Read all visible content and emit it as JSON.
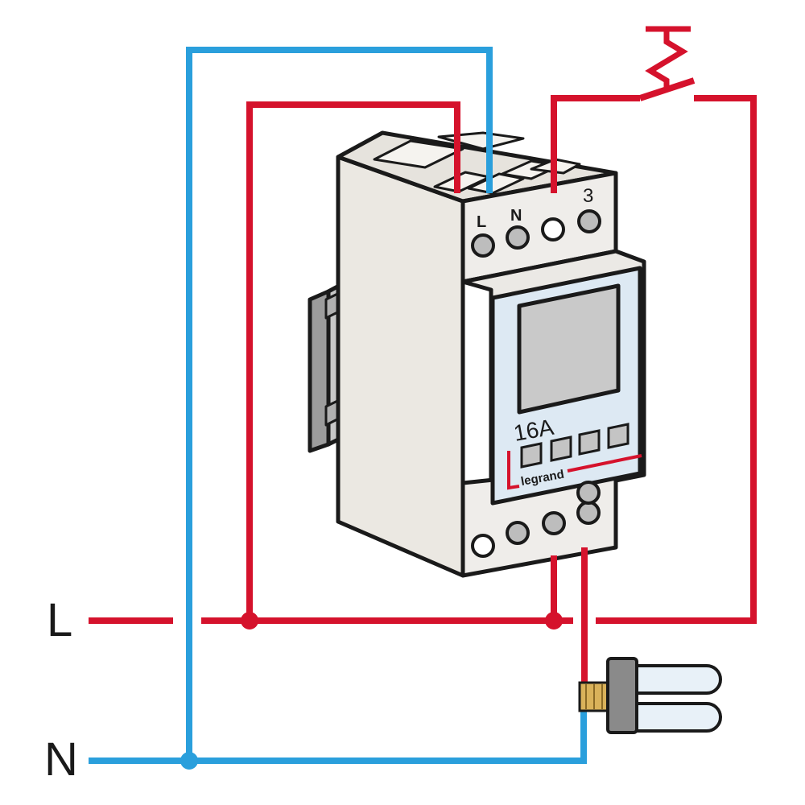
{
  "labels": {
    "line": "L",
    "neutral": "N"
  },
  "device": {
    "terminal_labels": [
      "L",
      "N",
      "3"
    ],
    "rating": "16A",
    "brand": "legrand"
  },
  "colors": {
    "line_wire": "#d5122c",
    "neutral_wire": "#2a9fdc",
    "device_body": "#f2f0ec",
    "front_panel": "#dde9f3",
    "display": "#c9c9c9"
  },
  "icons": {
    "switch": "push-button-switch-icon",
    "lamp": "compact-fluorescent-lamp-icon"
  }
}
